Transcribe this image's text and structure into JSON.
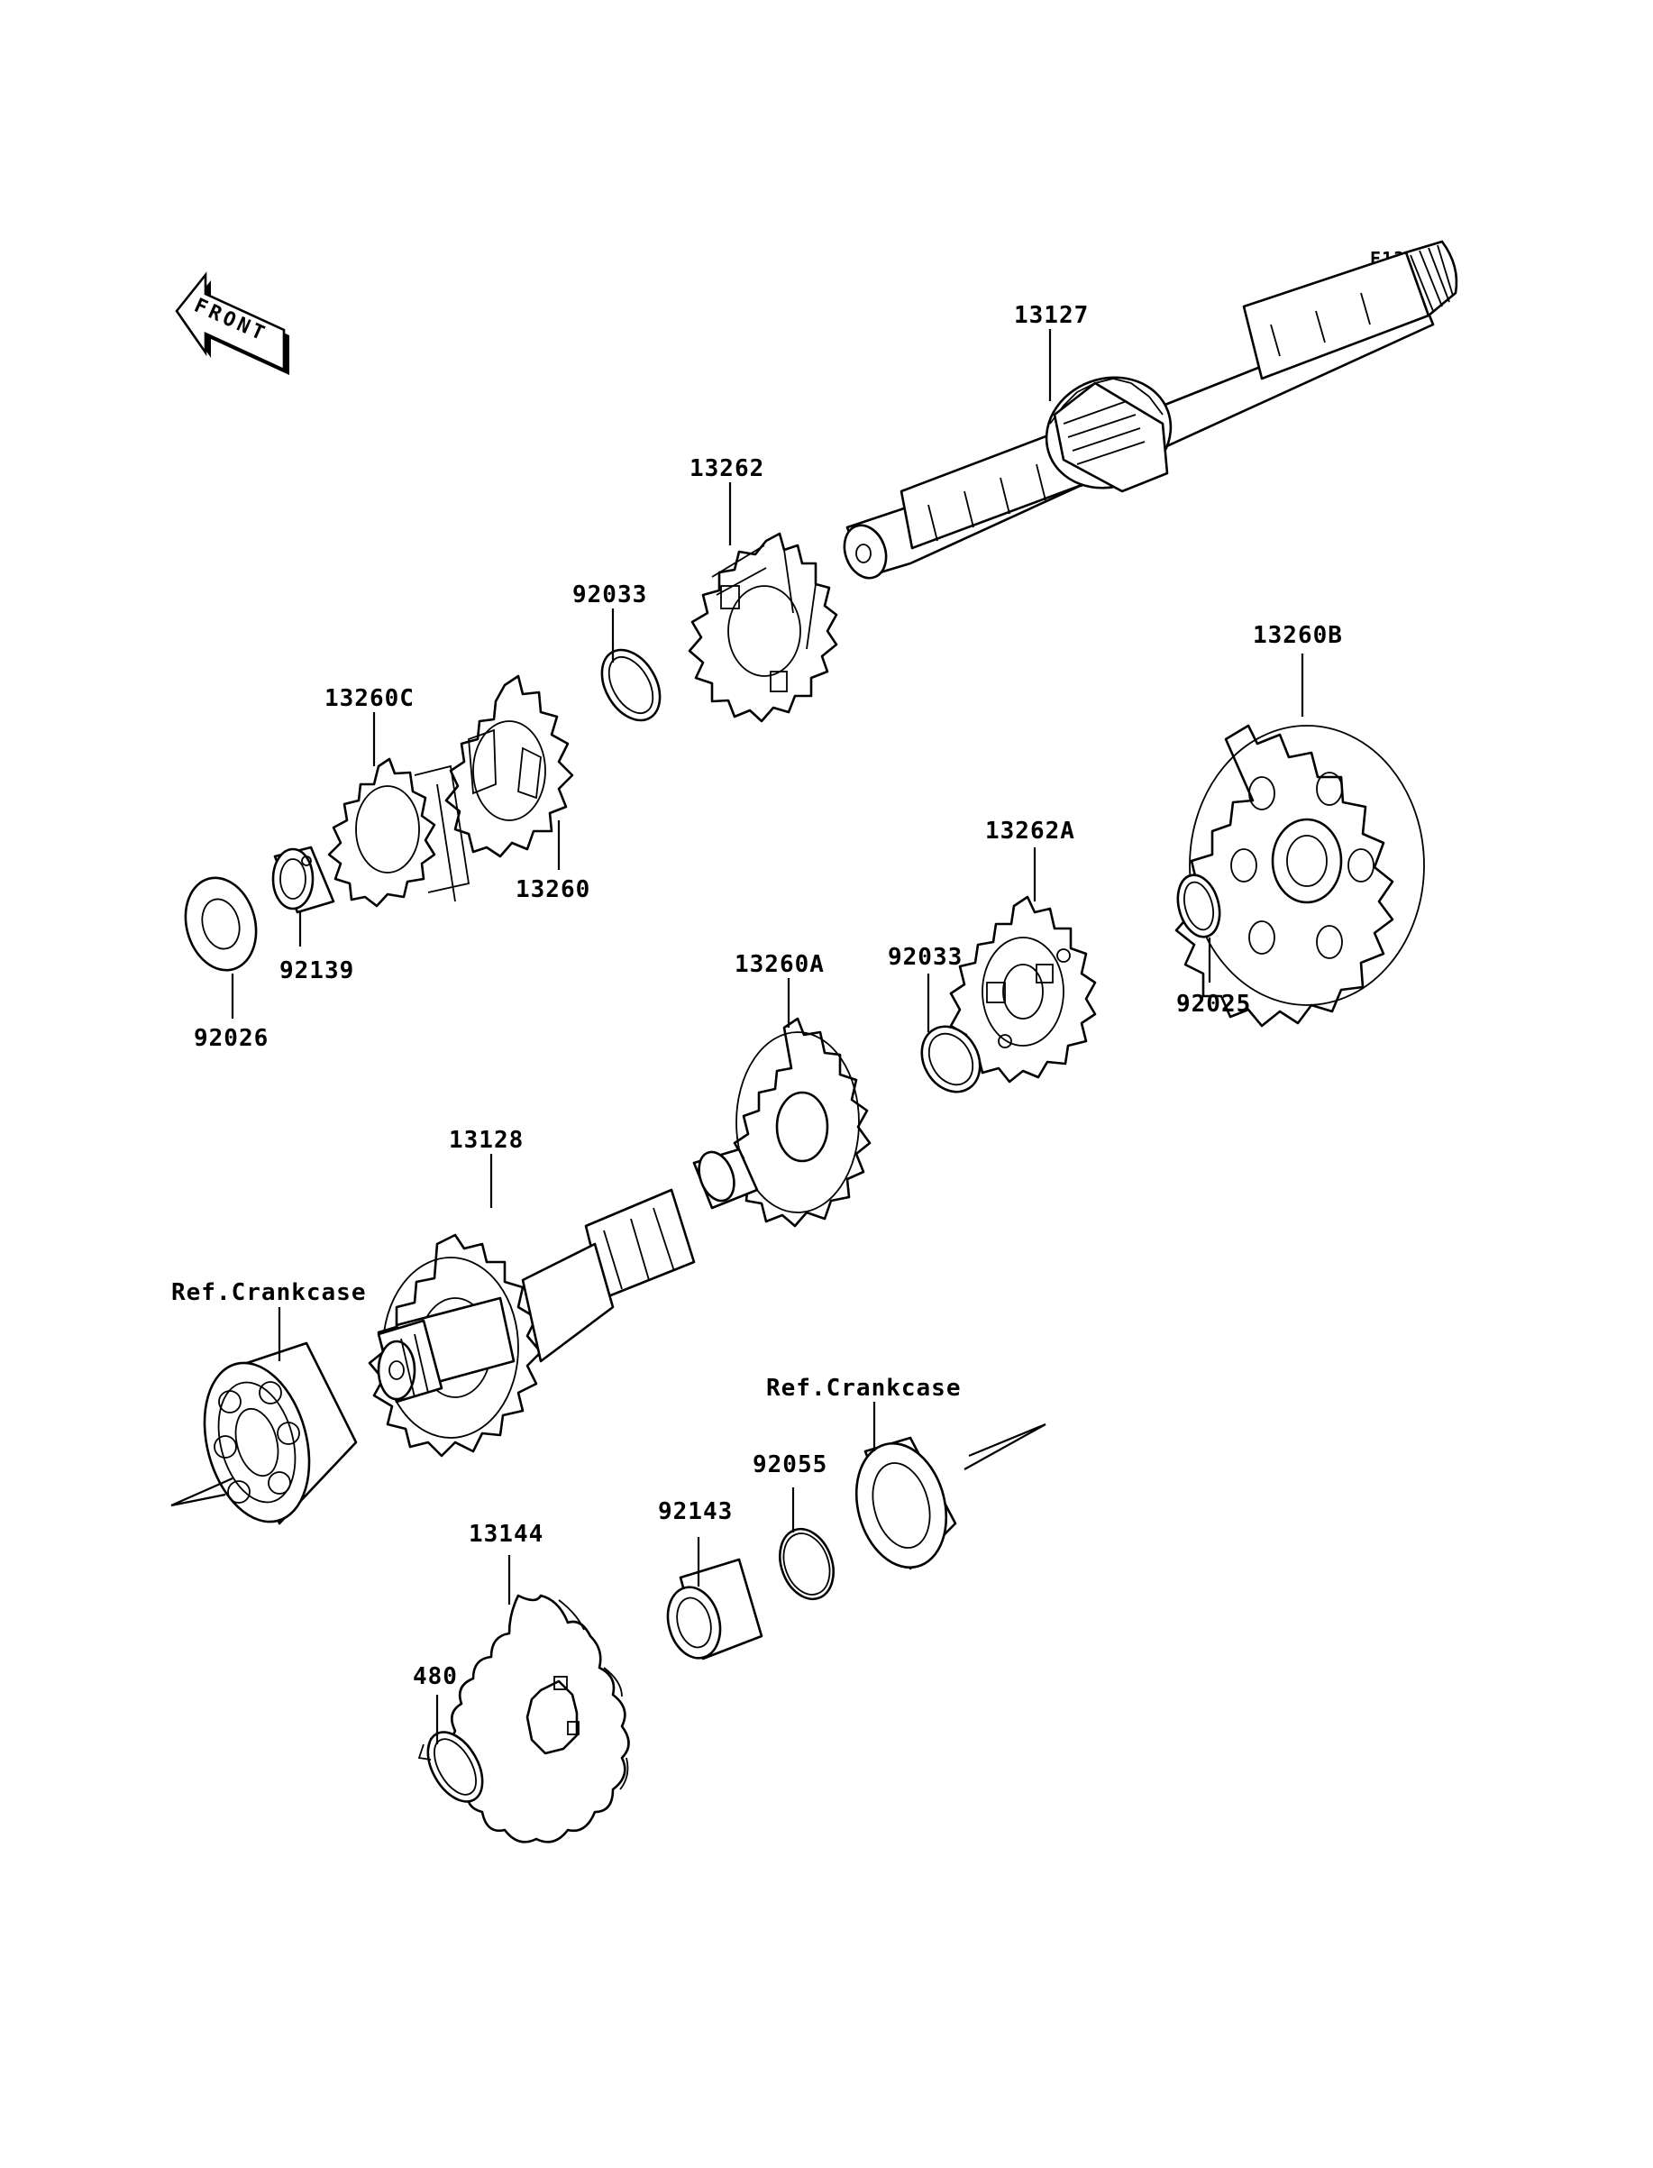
{
  "diagram": {
    "code": "E1361",
    "front_label": "FRONT",
    "parts": [
      {
        "id": "13127",
        "label": "13127"
      },
      {
        "id": "13262",
        "label": "13262"
      },
      {
        "id": "92033a",
        "label": "92033"
      },
      {
        "id": "13260C",
        "label": "13260C"
      },
      {
        "id": "13260",
        "label": "13260"
      },
      {
        "id": "92139",
        "label": "92139"
      },
      {
        "id": "92026",
        "label": "92026"
      },
      {
        "id": "13260B",
        "label": "13260B"
      },
      {
        "id": "13262A",
        "label": "13262A"
      },
      {
        "id": "92025",
        "label": "92025"
      },
      {
        "id": "13260A",
        "label": "13260A"
      },
      {
        "id": "92033b",
        "label": "92033"
      },
      {
        "id": "13128",
        "label": "13128"
      },
      {
        "id": "refcase1",
        "label": "Ref.Crankcase"
      },
      {
        "id": "refcase2",
        "label": "Ref.Crankcase"
      },
      {
        "id": "92055",
        "label": "92055"
      },
      {
        "id": "92143",
        "label": "92143"
      },
      {
        "id": "13144",
        "label": "13144"
      },
      {
        "id": "480",
        "label": "480"
      }
    ]
  }
}
